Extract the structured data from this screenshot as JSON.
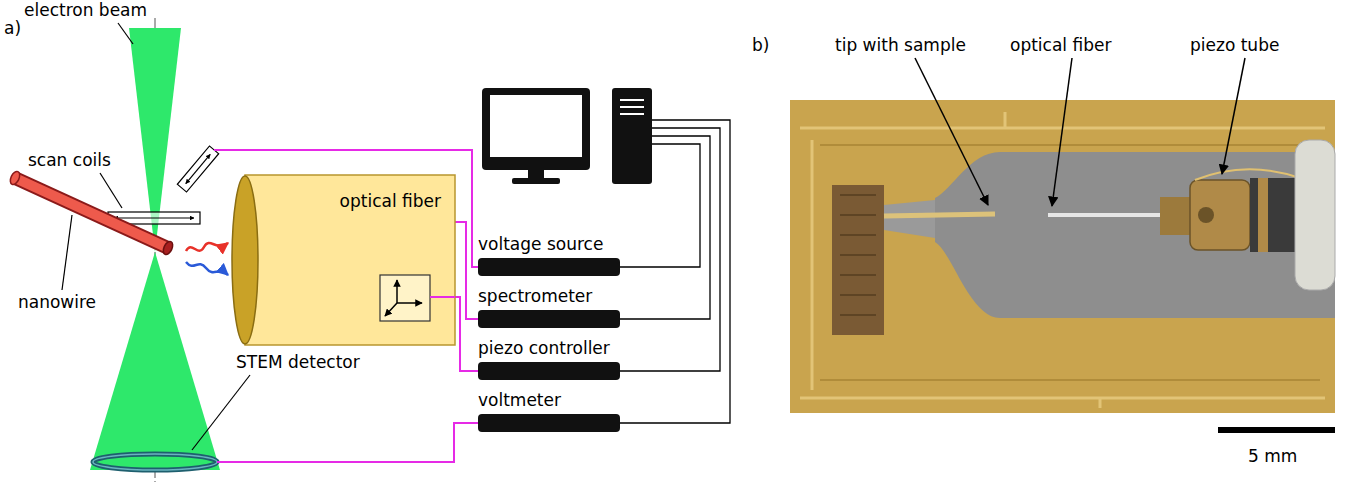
{
  "diagram": {
    "nodes": [
      {
        "text": [
          "optical fiber"
        ]
      },
      {
        "text": [
          "voltage source"
        ]
      },
      {
        "text": [
          "spectrometer"
        ]
      },
      {
        "text": [
          "piezo controller"
        ]
      },
      {
        "text": [
          "voltmeter"
        ]
      }
    ],
    "edges": [
      {
        "from": 0,
        "to": 2,
        "arrow": "none"
      },
      {
        "from": 0,
        "to": 3,
        "arrow": "none"
      }
    ],
    "labels": [
      "a)",
      "electron beam",
      "scan coils",
      "nanowire",
      "STEM detector",
      "b)",
      "tip with sample",
      "optical fiber",
      "piezo tube",
      "5 mm"
    ]
  }
}
